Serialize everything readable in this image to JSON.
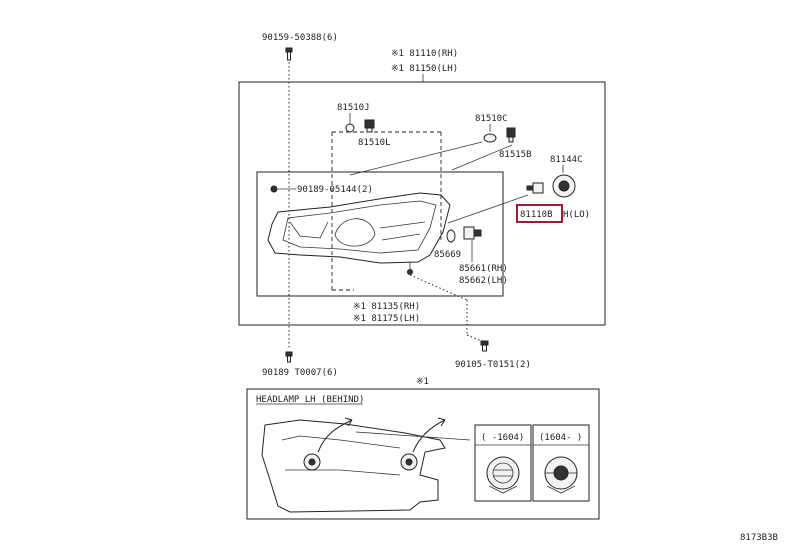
{
  "labels": {
    "bolt_top": "90159-50388(6)",
    "main_rh": "※1 81110(RH)",
    "main_lh": "※1 81150(LH)",
    "clip_j": "81510J",
    "clip_l": "81510L",
    "bulb_c": "81510C",
    "socket_b": "81515B",
    "cap_c": "81144C",
    "screw_inner": "90189-05144(2)",
    "bulb_hl_highlight": "81110B",
    "bulb_hl_suffix": "H(LO)",
    "part_85669": "85669",
    "part_rh_85661": "85661(RH)",
    "part_lh_85662": "85662(LH)",
    "lower_rh": "※1 81135(RH)",
    "lower_lh": "※1 81175(LH)",
    "bolt_bottom": "90189 T0007(6)",
    "bolt_right": "90105-T0151(2)",
    "note_mark": "※1",
    "inset_title": "HEADLAMP LH (BEHIND)",
    "range_early": "( -1604)",
    "range_late": "(1604- )",
    "diagram_code": "8173B3B"
  },
  "colors": {
    "line": "#222222",
    "highlight": "#9a1b3a"
  }
}
